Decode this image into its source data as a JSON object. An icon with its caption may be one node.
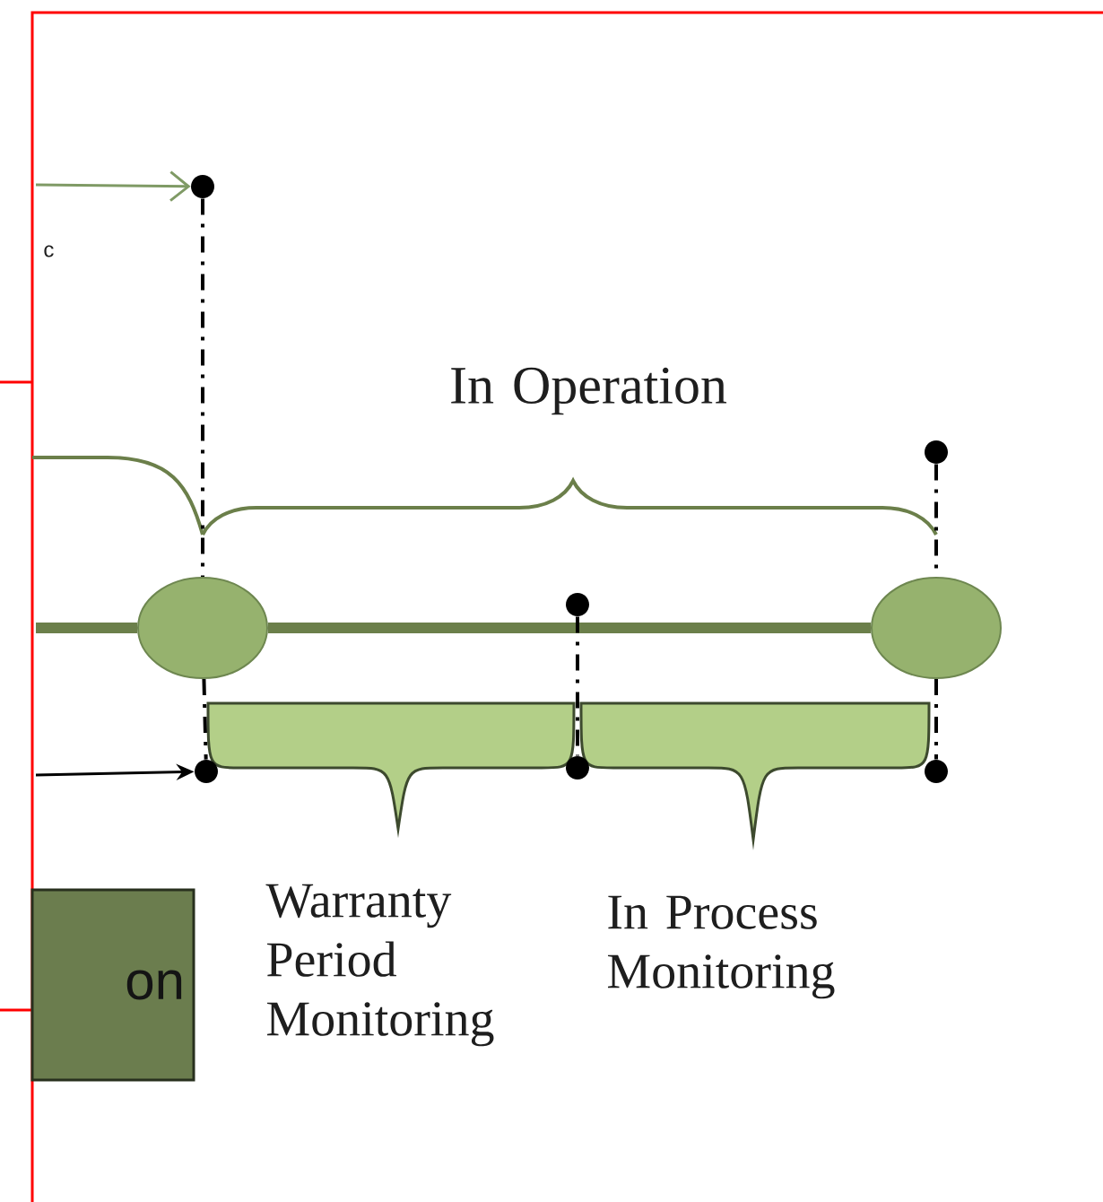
{
  "diagram": {
    "nodes": [
      {
        "text": [],
        "shape": "circle"
      },
      {
        "text": [],
        "shape": "circle"
      },
      {
        "text": [],
        "shape": "circle"
      },
      {
        "text": [],
        "shape": "circle"
      },
      {
        "text": [],
        "shape": "circle"
      },
      {
        "text": [],
        "shape": "circle"
      },
      {
        "text": [],
        "shape": "circle"
      },
      {
        "text": [],
        "shape": "circle"
      },
      {
        "text": [
          "on"
        ]
      }
    ],
    "edges": [
      {
        "from": null,
        "to": 2,
        "arrow": "to",
        "color": "#7f9a65"
      },
      {
        "from": null,
        "to": 0,
        "arrow": "none",
        "style": "thick",
        "color": "#6b7f4a"
      },
      {
        "from": 0,
        "to": 1,
        "arrow": "none",
        "style": "thick",
        "color": "#6b7f4a"
      },
      {
        "from": null,
        "to": 5,
        "arrow": "to"
      },
      {
        "from": 2,
        "to": 0,
        "arrow": "none",
        "style": "dashed"
      },
      {
        "from": 0,
        "to": 5,
        "arrow": "none",
        "style": "dashed"
      },
      {
        "from": 3,
        "to": 6,
        "arrow": "none",
        "style": "dashed"
      },
      {
        "from": 4,
        "to": 1,
        "arrow": "none",
        "style": "dashed"
      },
      {
        "from": 1,
        "to": 7,
        "arrow": "none",
        "style": "dashed"
      }
    ],
    "labels": [
      "c",
      "In Operation",
      "Warranty Period Monitoring",
      "In Process Monitoring"
    ]
  }
}
